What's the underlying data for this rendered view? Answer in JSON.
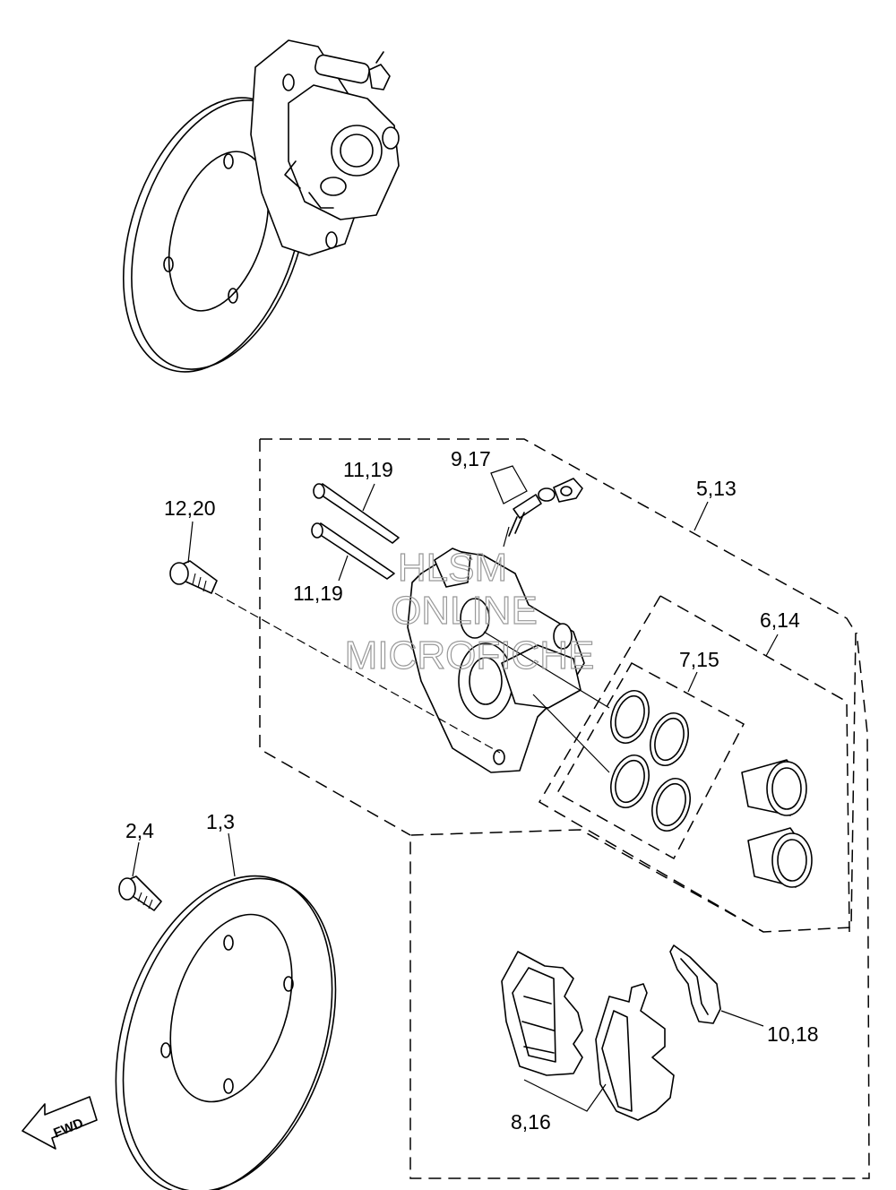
{
  "watermark": {
    "line1": "HLSM",
    "line2": "ONLINE",
    "line3": "MICROFICHE"
  },
  "direction_arrow": {
    "label": "FWD"
  },
  "callouts": [
    {
      "id": "c_1_3",
      "text": "1,3"
    },
    {
      "id": "c_2_4",
      "text": "2,4"
    },
    {
      "id": "c_5_13",
      "text": "5,13"
    },
    {
      "id": "c_6_14",
      "text": "6,14"
    },
    {
      "id": "c_7_15",
      "text": "7,15"
    },
    {
      "id": "c_8_16",
      "text": "8,16"
    },
    {
      "id": "c_9_17",
      "text": "9,17"
    },
    {
      "id": "c_10_18",
      "text": "10,18"
    },
    {
      "id": "c_11_19_top",
      "text": "11,19"
    },
    {
      "id": "c_11_19_bottom",
      "text": "11,19"
    },
    {
      "id": "c_12_20",
      "text": "12,20"
    }
  ]
}
